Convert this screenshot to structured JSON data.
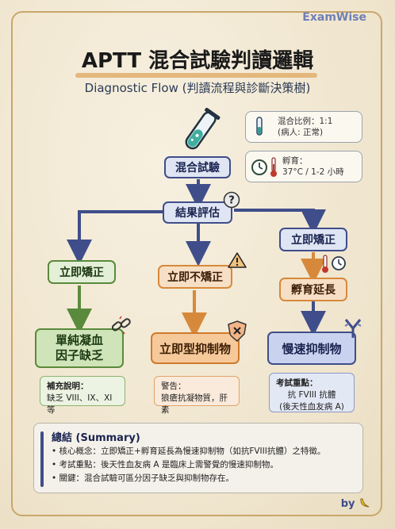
{
  "brand": "ExamWise",
  "title": "APTT 混合試驗判讀邏輯",
  "subtitle": "Diagnostic Flow (判讀流程與診斷決策樹)",
  "info": {
    "ratio_line1": "混合比例：1:1",
    "ratio_line2": "(病人: 正常)",
    "incubation_line1": "孵育：",
    "incubation_line2": "37°C / 1-2 小時"
  },
  "nodes": {
    "mixing_test": "混合試驗",
    "result_eval": "結果評估",
    "left_correct": "立即矯正",
    "middle_not_correct": "立即不矯正",
    "right_correct": "立即矯正",
    "incubation_prolong": "孵育延長",
    "factor_deficiency_line1": "單純凝血",
    "factor_deficiency_line2": "因子缺乏",
    "immediate_inhibitor": "立即型抑制物",
    "slow_inhibitor": "慢速抑制物"
  },
  "notes": {
    "green_title": "補充說明：",
    "green_body": "缺乏 VIII、IX、XI 等",
    "orange_title": "警告：",
    "orange_body": "狼瘡抗凝物質，肝素",
    "blue_title": "考試重點：",
    "blue_line1": "抗 FVIII 抗體",
    "blue_line2": "(後天性血友病 A)"
  },
  "summary": {
    "title": "總結 (Summary)",
    "items": [
      "• 核心概念：立即矯正+孵育延長為慢速抑制物（如抗FVIII抗體）之特徵。",
      "• 考試重點：後天性血友病 A 是臨床上需警覺的慢速抑制物。",
      "• 關鍵：混合試驗可區分因子缺乏與抑制物存在。"
    ]
  },
  "by_label": "by",
  "colors": {
    "blue": "#3f4e8a",
    "green": "#5a8a3c",
    "orange": "#d7893b",
    "red": "#c0392b"
  },
  "icons": [
    "test-tube-icon",
    "clock-icon",
    "thermometer-icon",
    "question-icon",
    "warning-icon",
    "broken-chain-icon",
    "x-shield-icon",
    "antibody-icon",
    "banana-icon"
  ]
}
